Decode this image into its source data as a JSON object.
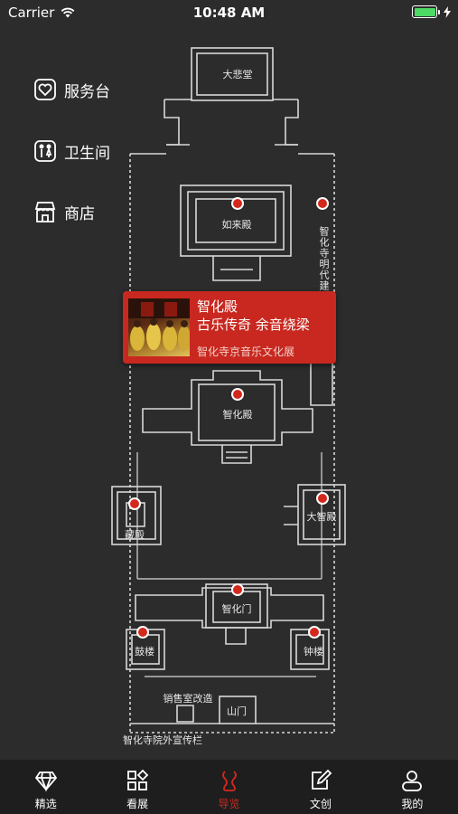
{
  "status_bar": {
    "carrier": "Carrier",
    "time": "10:48 AM"
  },
  "legend": [
    {
      "label": "服务台",
      "icon": "service-desk-icon"
    },
    {
      "label": "卫生间",
      "icon": "restroom-icon"
    },
    {
      "label": "商店",
      "icon": "shop-icon"
    }
  ],
  "map": {
    "labels": {
      "dabeitang": "大悲堂",
      "rulaidian": "如来殿",
      "ming_building": "智化寺明代建",
      "zhihuadian": "智化殿",
      "cangdian": "藏殿",
      "dazhidian": "大智殿",
      "zhihuamen": "智化门",
      "gulou": "鼓楼",
      "zhonglou": "钟楼",
      "shopnote": "销售室改造",
      "shanmen": "山门",
      "bulletin": "智化寺院外宣传栏"
    }
  },
  "card": {
    "title": "智化殿",
    "subtitle": "古乐传奇 余音绕梁",
    "caption": "智化寺京音乐文化展"
  },
  "tabs": [
    {
      "label": "精选",
      "icon": "diamond-icon"
    },
    {
      "label": "看展",
      "icon": "grid-icon"
    },
    {
      "label": "导览",
      "icon": "guide-icon",
      "active": true
    },
    {
      "label": "文创",
      "icon": "edit-icon"
    },
    {
      "label": "我的",
      "icon": "user-icon"
    }
  ],
  "colors": {
    "accent": "#d4281c",
    "card": "#c8281f",
    "background": "#2c2c2c",
    "tabbar": "#1e1e1e"
  }
}
